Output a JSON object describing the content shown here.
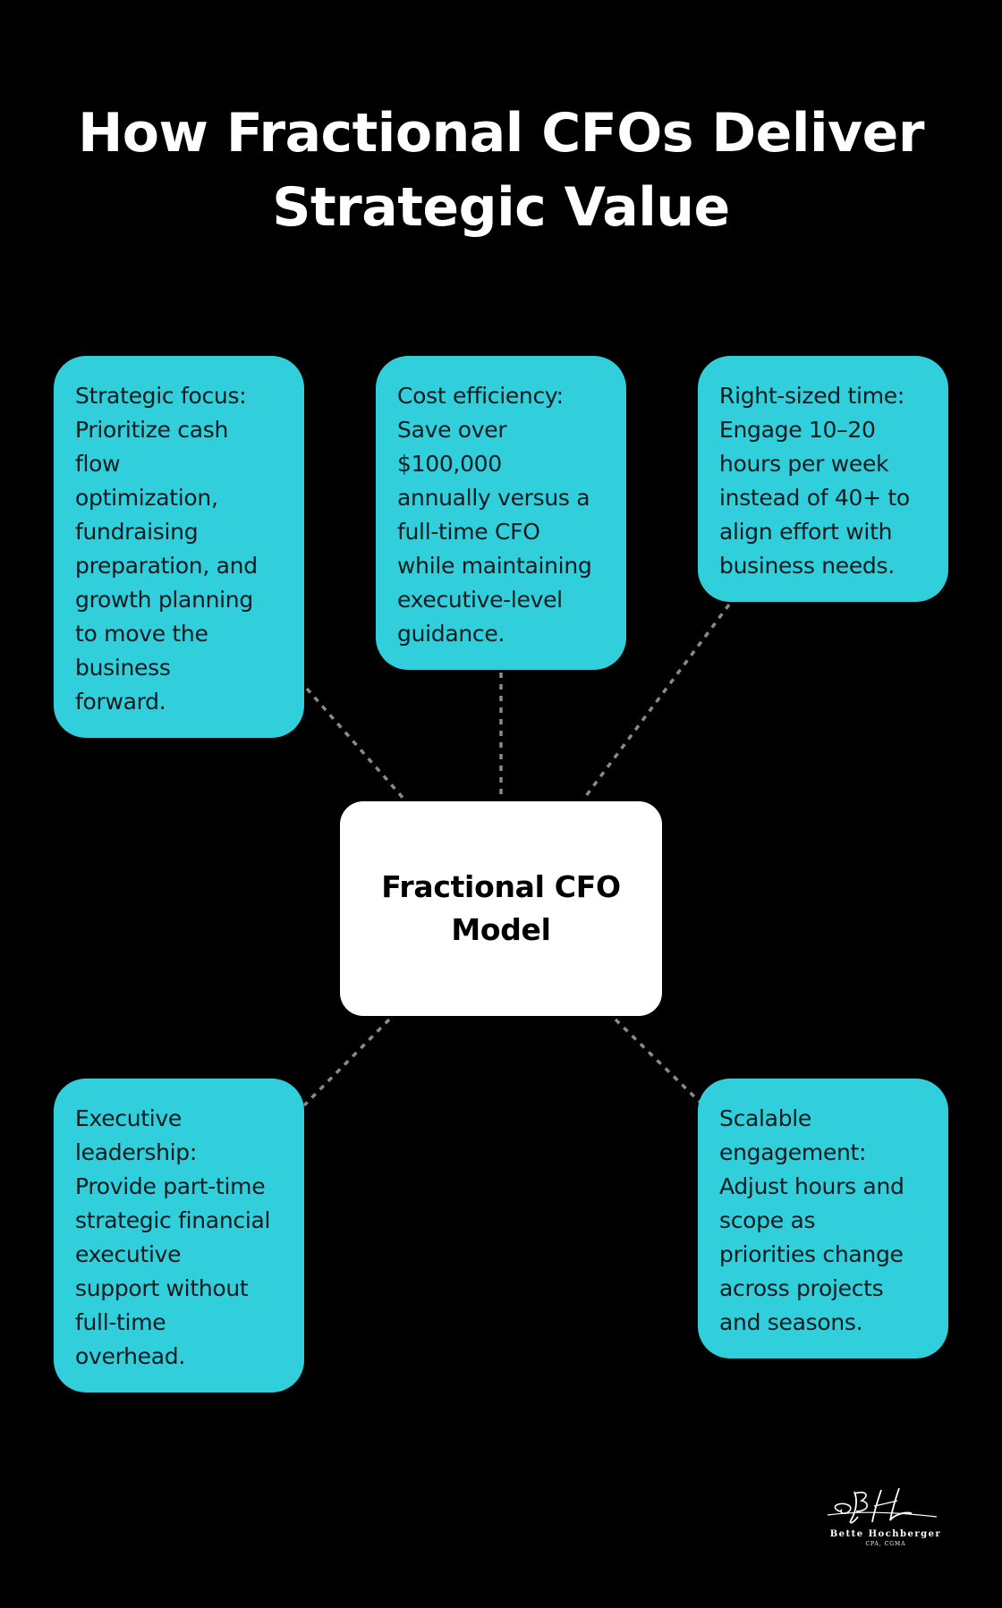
{
  "title_lines": [
    "How Fractional CFOs Deliver",
    "Strategic Value"
  ],
  "center": {
    "label_lines": [
      "Fractional CFO",
      "Model"
    ]
  },
  "boxes": [
    {
      "id": "strategic-focus",
      "lines": [
        "Strategic focus:",
        "Prioritize cash",
        "flow",
        "optimization,",
        "fundraising",
        "preparation, and",
        "growth planning",
        "to move the",
        "business",
        "forward."
      ]
    },
    {
      "id": "cost-efficiency",
      "lines": [
        "Cost efficiency:",
        "Save over",
        "$100,000",
        "annually versus a",
        "full-time CFO",
        "while maintaining",
        "executive-level",
        "guidance."
      ]
    },
    {
      "id": "right-sized-time",
      "lines": [
        "Right-sized time:",
        "Engage 10–20",
        "hours per week",
        "instead of 40+ to",
        "align effort with",
        "business needs."
      ]
    },
    {
      "id": "executive-leadership",
      "lines": [
        "Executive",
        "leadership:",
        "Provide part-time",
        "strategic financial",
        "executive",
        "support without",
        "full-time",
        "overhead."
      ]
    },
    {
      "id": "scalable-engagement",
      "lines": [
        "Scalable",
        "engagement:",
        "Adjust hours and",
        "scope as",
        "priorities change",
        "across projects",
        "and seasons."
      ]
    }
  ],
  "logo": {
    "monogram": "BH",
    "name": "Bette Hochberger",
    "credentials": "CPA, CGMA"
  },
  "colors": {
    "background": "#000000",
    "box_fill": "#31cfdb",
    "center_fill": "#ffffff",
    "connector": "#8a8a8a",
    "title": "#ffffff"
  }
}
